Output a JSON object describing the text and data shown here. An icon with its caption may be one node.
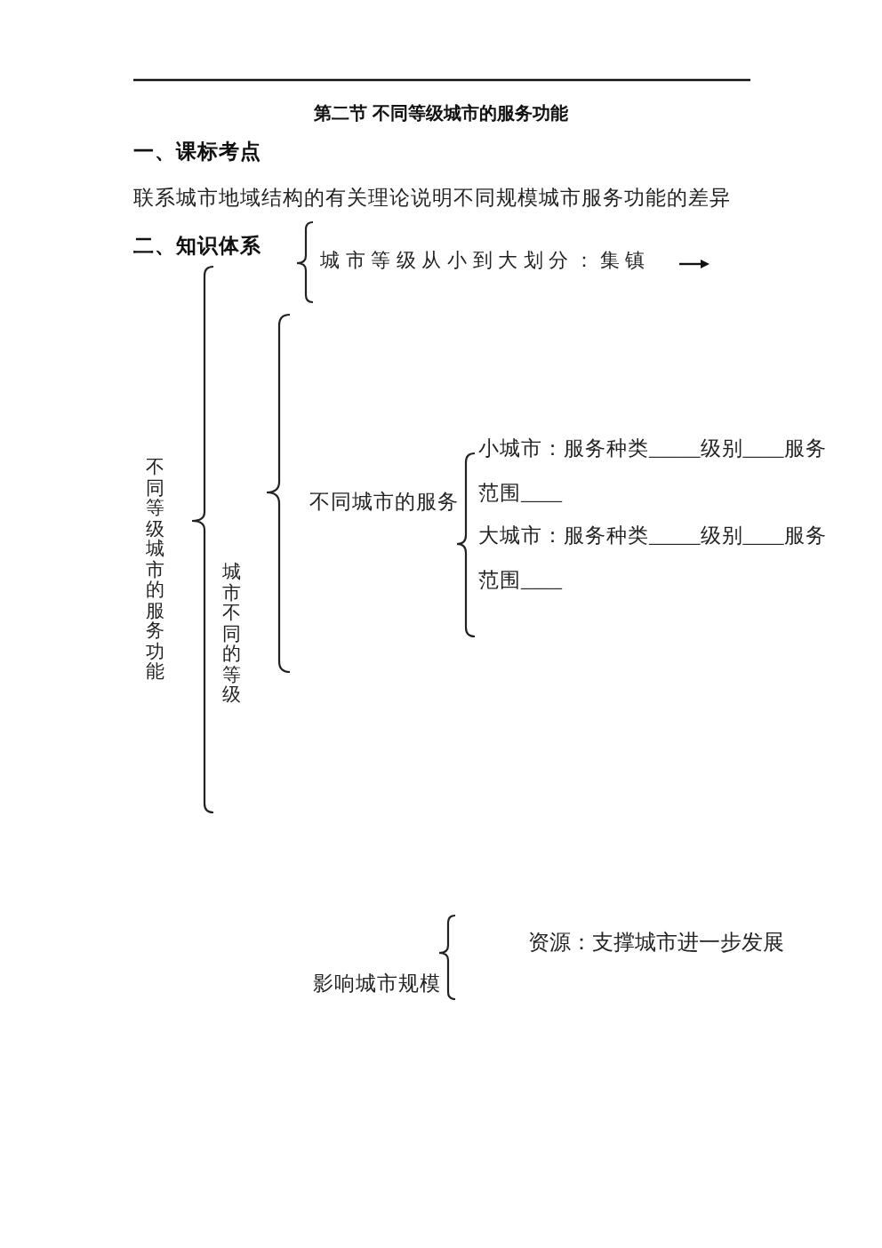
{
  "diagram": {
    "title": "第二节 不同等级城市的服务功能",
    "nodes": [
      {
        "text": [
          "不同等级城市的服务功能"
        ]
      },
      {
        "text": [
          "城市等级从小到大划分：集镇"
        ]
      },
      {
        "text": [
          "城市不同的等级"
        ]
      },
      {
        "text": [
          "不同城市的服务"
        ]
      },
      {
        "text": [
          "小城市：服务种类_____级别____服务范围____"
        ]
      },
      {
        "text": [
          "大城市：服务种类_____级别____服务范围____"
        ]
      },
      {
        "text": [
          "影响城市规模"
        ]
      },
      {
        "text": [
          "资源：支撑城市进一步发展"
        ]
      }
    ],
    "labels": [
      "一、课标考点",
      "联系城市地域结构的有关理论说明不同规模城市服务功能的差异",
      "二、知识体系"
    ]
  }
}
